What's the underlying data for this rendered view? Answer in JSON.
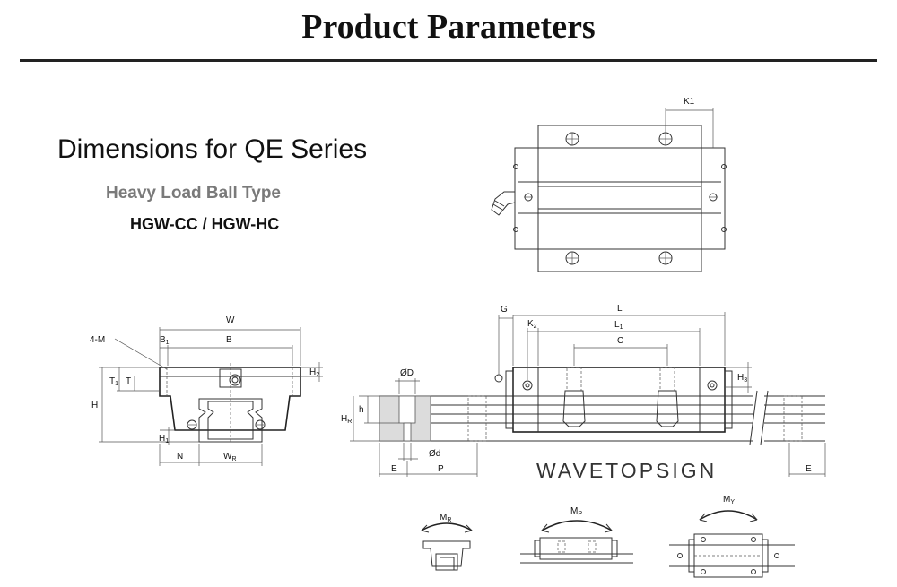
{
  "header": {
    "title": "Product Parameters"
  },
  "series": {
    "title": "Dimensions for QE Series",
    "type": "Heavy Load Ball Type",
    "models": "HGW-CC / HGW-HC"
  },
  "brand": "WAVETOPSIGN",
  "labels": {
    "k1": "K1",
    "w": "W",
    "b1": "B",
    "b1_sub": "1",
    "b": "B",
    "m4": "4-M",
    "t1": "T",
    "t1_sub": "1",
    "t": "T",
    "h2": "H",
    "h2_sub": "2",
    "h": "H",
    "h1": "H",
    "h1_sub": "1",
    "n": "N",
    "wr": "W",
    "wr_sub": "R",
    "od": "ØD",
    "hr": "H",
    "hr_sub": "R",
    "h_small": "h",
    "d": "Ød",
    "e": "E",
    "p": "P",
    "g": "G",
    "l": "L",
    "k2": "K",
    "k2_sub": "2",
    "l1": "L",
    "l1_sub": "1",
    "c": "C",
    "h3": "H",
    "h3_sub": "3",
    "e2": "E",
    "mr": "M",
    "mr_sub": "R",
    "mp": "M",
    "mp_sub": "P",
    "my": "M",
    "my_sub": "Y"
  }
}
